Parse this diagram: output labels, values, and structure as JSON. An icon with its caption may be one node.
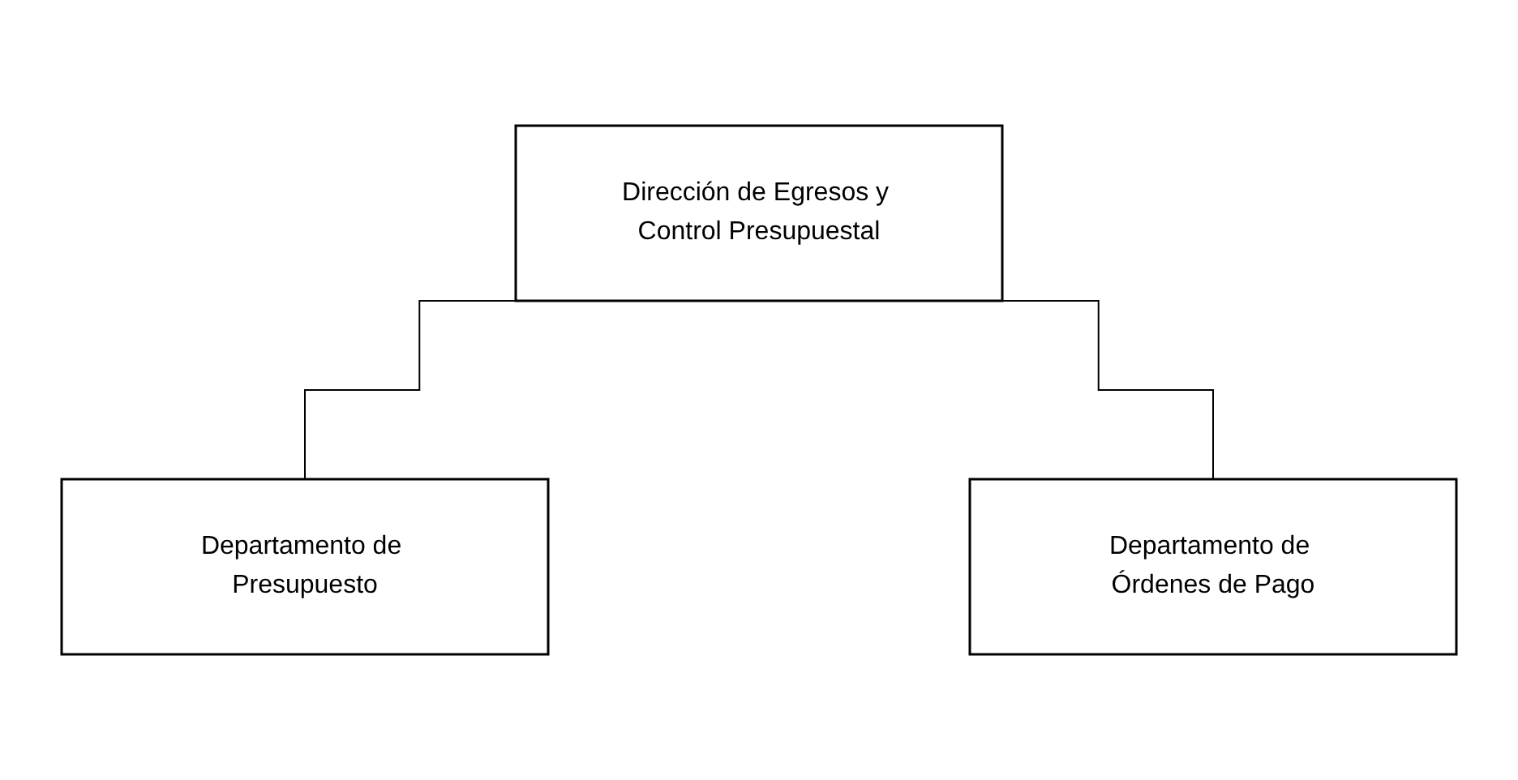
{
  "diagram": {
    "nodes": [
      {
        "text": [
          "Dirección de Egresos y Control Presupuestal"
        ]
      },
      {
        "text": [
          "Departamento de Presupuesto"
        ]
      },
      {
        "text": [
          "Departamento de Órdenes de Pago"
        ]
      }
    ],
    "edges": [
      {
        "from": 0,
        "to": 1,
        "arrow": "none"
      },
      {
        "from": 0,
        "to": 2,
        "arrow": "none"
      }
    ]
  }
}
